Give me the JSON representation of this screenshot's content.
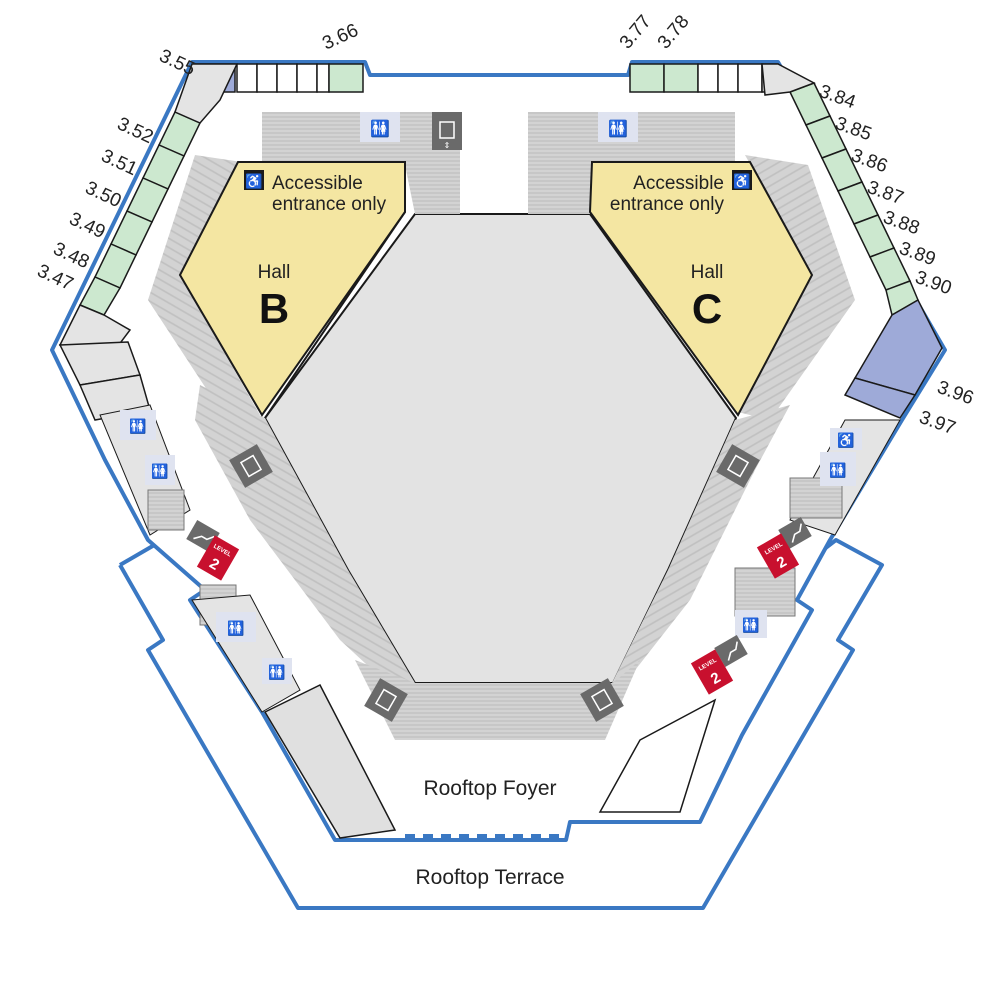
{
  "map": {
    "rooms_left_top": [
      "3.55"
    ],
    "rooms_top_left": [
      "3.66"
    ],
    "rooms_top_right": [
      "3.77",
      "3.78"
    ],
    "rooms_left": [
      "3.52",
      "3.51",
      "3.50",
      "3.49",
      "3.48",
      "3.47"
    ],
    "rooms_right": [
      "3.84",
      "3.85",
      "3.86",
      "3.87",
      "3.88",
      "3.89",
      "3.90"
    ],
    "rooms_right_lower": [
      "3.96",
      "3.97"
    ],
    "hall_b": {
      "word": "Hall",
      "letter": "B",
      "note_line1": "Accessible",
      "note_line2": "entrance only"
    },
    "hall_c": {
      "word": "Hall",
      "letter": "C",
      "note_line1": "Accessible",
      "note_line2": "entrance only"
    },
    "foyer": "Rooftop Foyer",
    "terrace": "Rooftop Terrace",
    "level_badge": {
      "small": "LEVEL",
      "big": "2"
    },
    "icons": [
      "restroom-icon",
      "elevator-icon",
      "wheelchair-icon",
      "escalator-icon",
      "stairs-icon"
    ]
  },
  "colors": {
    "outline": "#3a78c3",
    "hall": "#f4e6a2",
    "room_green": "#cce8cf",
    "room_blue": "#9eaad8",
    "room_grey": "#e4e4e4",
    "stand_grey": "#d0d0d0",
    "center_grey": "#e3e3e3",
    "icon_dark": "#6a6a6a",
    "level_red": "#c8102e"
  }
}
